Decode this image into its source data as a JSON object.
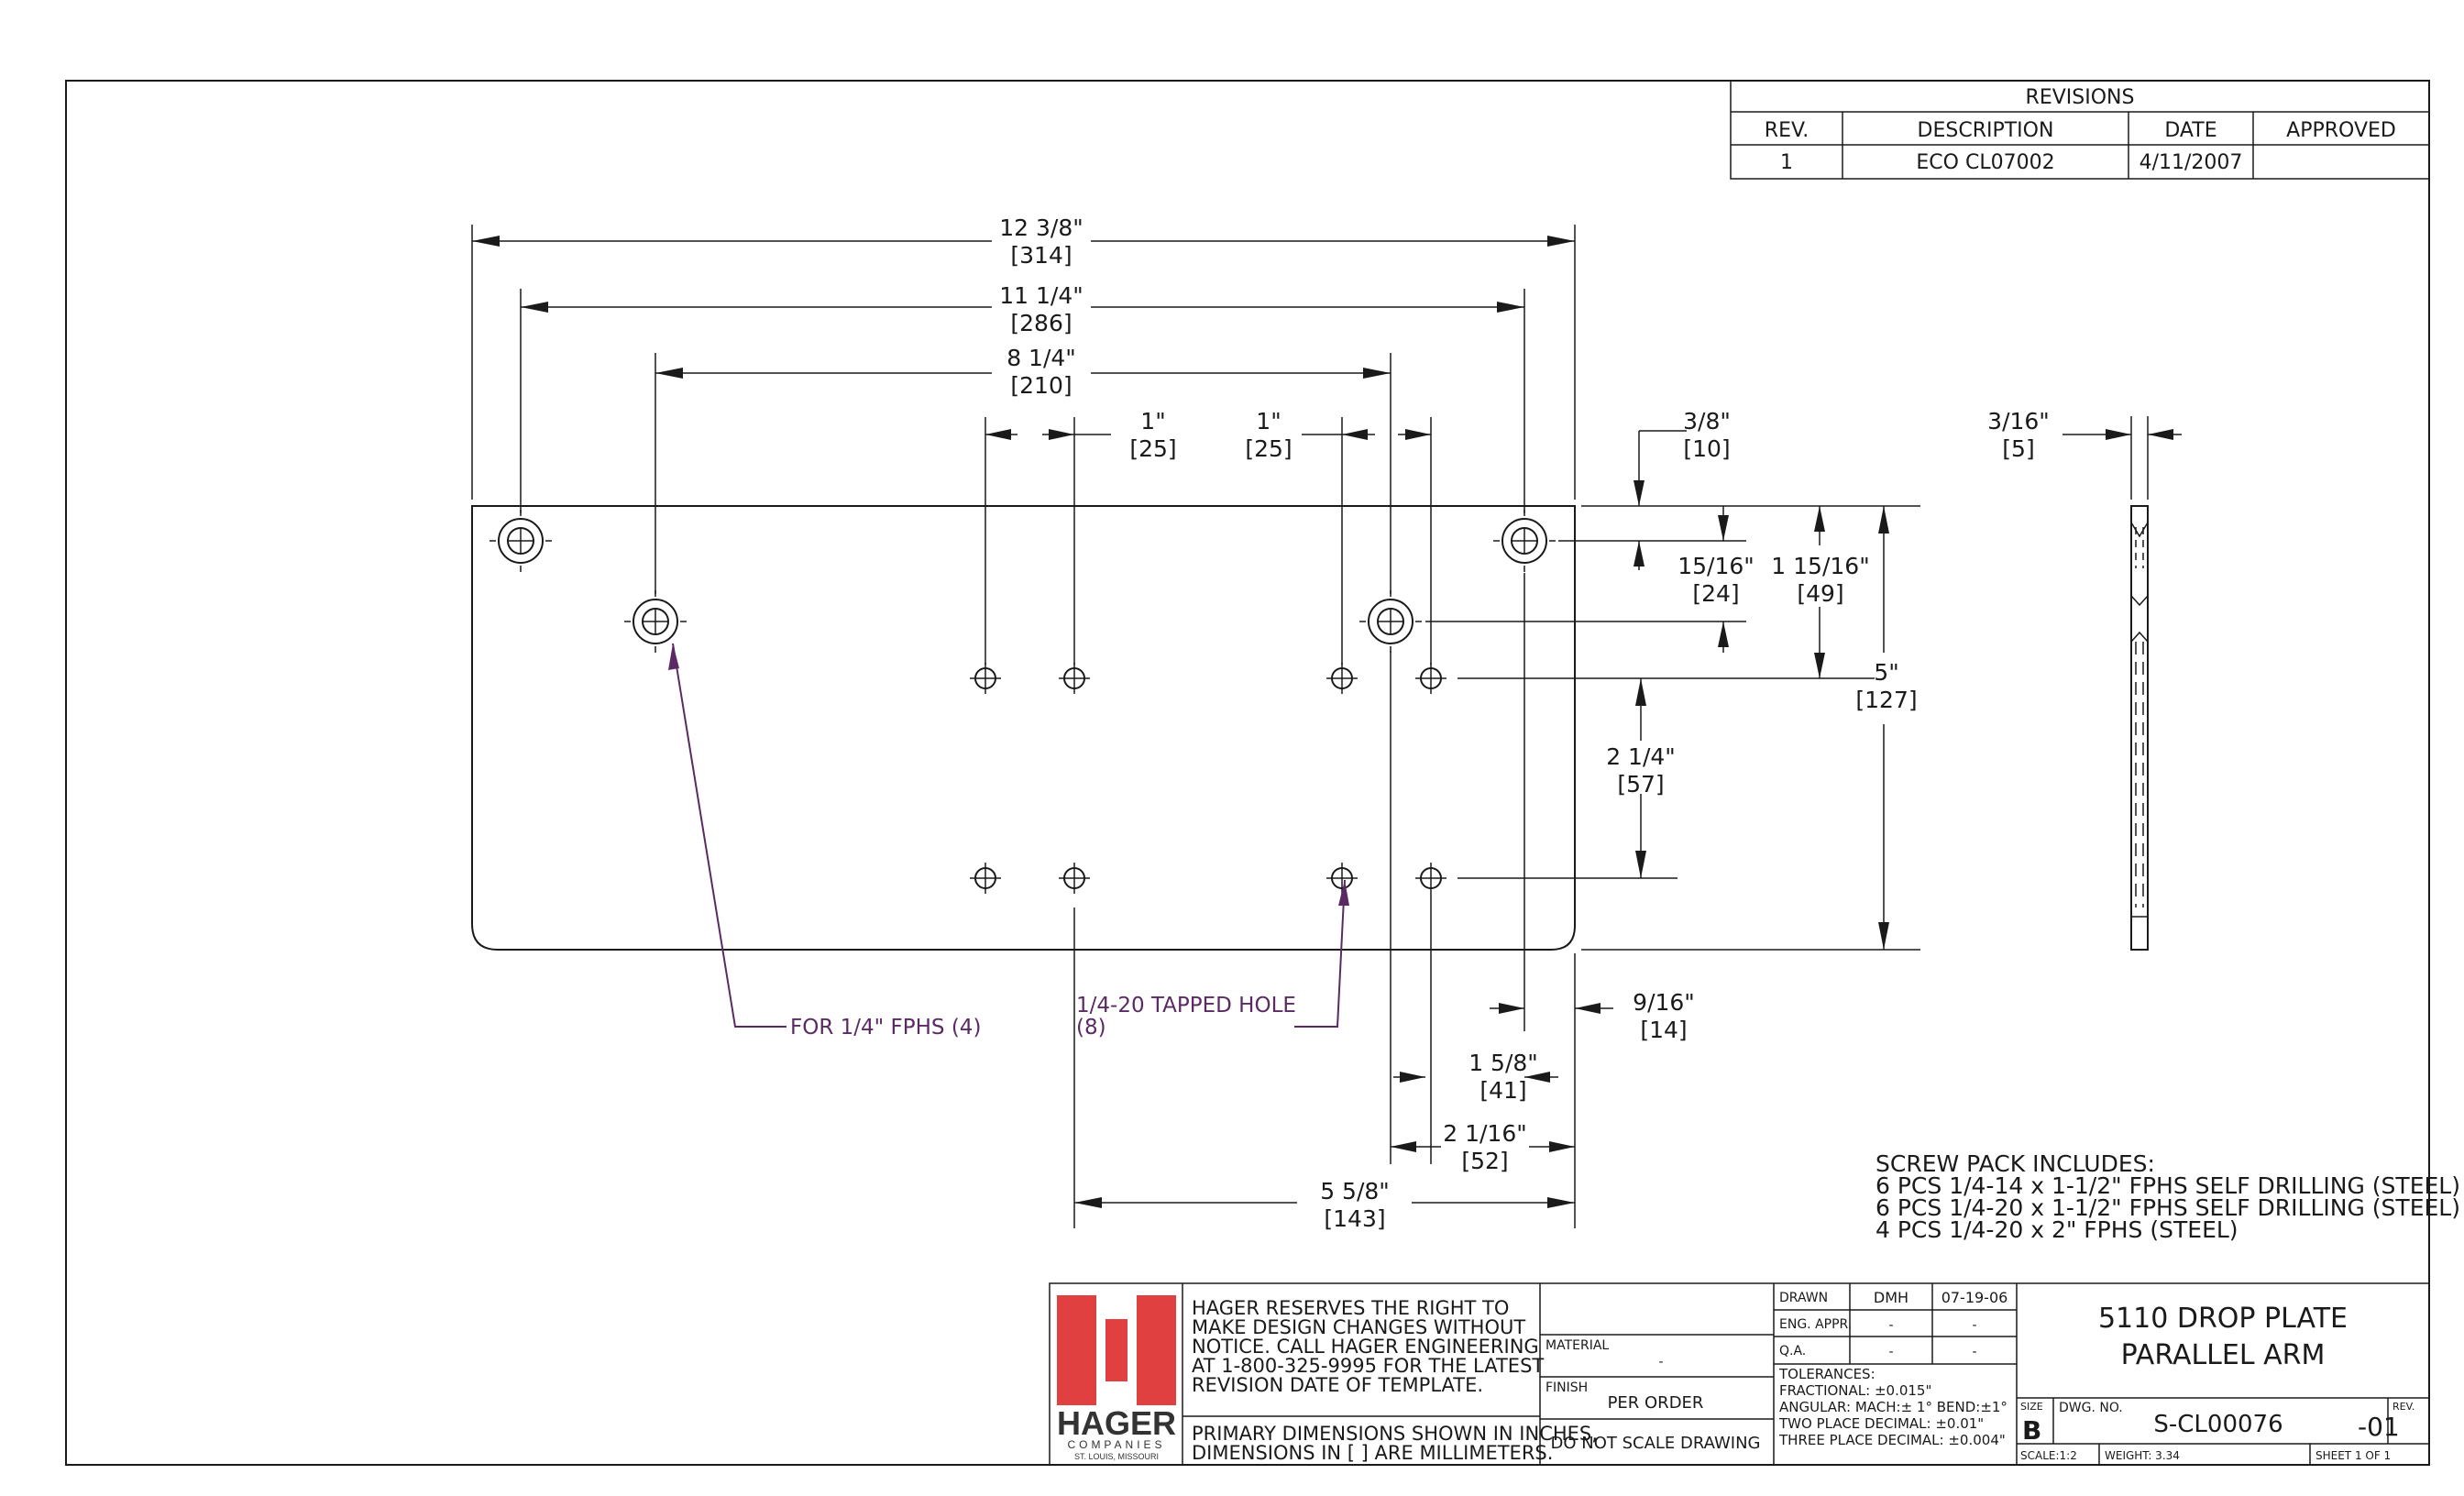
{
  "revisions": {
    "title": "REVISIONS",
    "headers": [
      "REV.",
      "DESCRIPTION",
      "DATE",
      "APPROVED"
    ],
    "rows": [
      [
        "1",
        "ECO CL07002",
        "4/11/2007",
        ""
      ]
    ]
  },
  "dimensions": {
    "d1": {
      "in": "12 3/8\"",
      "mm": "[314]"
    },
    "d2": {
      "in": "11 1/4\"",
      "mm": "[286]"
    },
    "d3": {
      "in": "8 1/4\"",
      "mm": "[210]"
    },
    "d4": {
      "in": "1\"",
      "mm": "[25]"
    },
    "d5": {
      "in": "1\"",
      "mm": "[25]"
    },
    "d6": {
      "in": "3/8\"",
      "mm": "[10]"
    },
    "d7": {
      "in": "15/16\"",
      "mm": "[24]"
    },
    "d8": {
      "in": "1 15/16\"",
      "mm": "[49]"
    },
    "d9": {
      "in": "5\"",
      "mm": "[127]"
    },
    "d10": {
      "in": "2 1/4\"",
      "mm": "[57]"
    },
    "d11": {
      "in": "3/16\"",
      "mm": "[5]"
    },
    "d12": {
      "in": "9/16\"",
      "mm": "[14]"
    },
    "d13": {
      "in": "1 5/8\"",
      "mm": "[41]"
    },
    "d14": {
      "in": "2 1/16\"",
      "mm": "[52]"
    },
    "d15": {
      "in": "5 5/8\"",
      "mm": "[143]"
    }
  },
  "callouts": {
    "fphs": "FOR 1/4\" FPHS (4)",
    "tapped_1": "1/4-20 TAPPED HOLE",
    "tapped_2": "(8)"
  },
  "screw_pack": {
    "title": "SCREW PACK INCLUDES:",
    "lines": [
      "6 PCS 1/4-14 x 1-1/2\" FPHS SELF DRILLING (STEEL)",
      "6 PCS 1/4-20 x 1-1/2\" FPHS SELF DRILLING (STEEL)",
      "4 PCS 1/4-20 x 2\" FPHS (STEEL)"
    ]
  },
  "title_block": {
    "logo_text": "HAGER",
    "logo_sub1": "COMPANIES",
    "logo_sub2": "ST. LOUIS, MISSOURI",
    "notice": [
      "HAGER RESERVES THE RIGHT TO",
      "MAKE DESIGN CHANGES WITHOUT",
      "NOTICE.  CALL HAGER ENGINEERING",
      "AT 1-800-325-9995 FOR THE LATEST",
      "REVISION DATE OF TEMPLATE."
    ],
    "primary_dims": [
      "PRIMARY DIMENSIONS SHOWN IN INCHES,",
      "DIMENSIONS IN [ ] ARE MILLIMETERS."
    ],
    "material_label": "MATERIAL",
    "material_value": "-",
    "finish_label": "FINISH",
    "finish_value": "PER ORDER",
    "do_not_scale": "DO NOT SCALE DRAWING",
    "drawn_label": "DRAWN",
    "drawn_by": "DMH",
    "drawn_date": "07-19-06",
    "eng_appr_label": "ENG. APPR.",
    "eng_appr_by": "-",
    "eng_appr_date": "-",
    "qa_label": "Q.A.",
    "qa_by": "-",
    "qa_date": "-",
    "tolerances": [
      "TOLERANCES:",
      "FRACTIONAL: ±0.015\"",
      "ANGULAR: MACH:± 1° BEND:±1°",
      "TWO PLACE DECIMAL: ±0.01\"",
      "THREE PLACE DECIMAL: ±0.004\""
    ],
    "title_1": "5110 DROP PLATE",
    "title_2": "PARALLEL ARM",
    "size_label": "SIZE",
    "size_value": "B",
    "dwg_label": "DWG. NO.",
    "dwg_no": "S-CL00076",
    "rev_label": "REV.",
    "rev_value": "-01",
    "scale": "SCALE:1:2",
    "weight": "WEIGHT: 3.34",
    "sheet": "SHEET 1 OF 1"
  },
  "colors": {
    "line": "#1a1a1a",
    "callout": "#5b2a64",
    "logo_red": "#e04040"
  }
}
